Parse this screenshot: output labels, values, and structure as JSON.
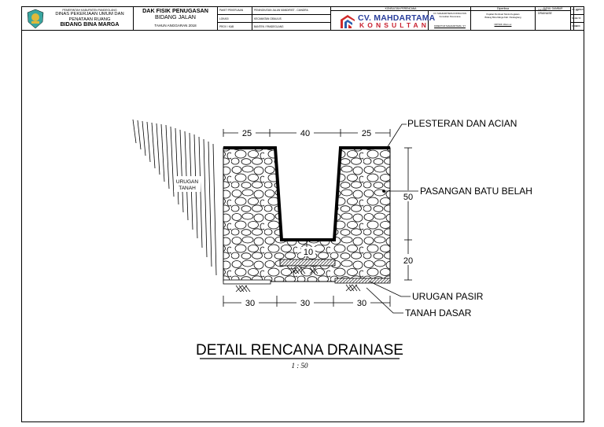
{
  "title_block": {
    "gov_line1": "PEMERINTAH KABUPATEN PANDEGLANG",
    "gov_line2": "DINAS PEKERJAAN UMUM DAN",
    "gov_line3": "PENATAAN RUANG",
    "gov_line4": "BIDANG BINA MARGA",
    "project_line1": "DAK FISIK PENUGASAN",
    "project_line2": "BIDANG JALAN",
    "project_year": "TAHUN ANGGARAN 2018",
    "paket_label": "PAKET PEKERJAAN",
    "paket_value": "PENINGKATAN JALAN MANDIRIST - CIANDRA",
    "lokasi_label": "LOKASI",
    "lokasi_value": "KECAMATAN CIBALIUS",
    "prov_label": "PROV / KAB",
    "prov_value": "BANTEN / PANDEGLANG",
    "consultant_header": "KONSULTAN PERENCANA",
    "consultant_name1": "CV. MAHDARTAMA",
    "consultant_name2": "KONSULTAN",
    "consultant_sign_title": "CV. MAHDARTAMA KONSULTAN",
    "consultant_sign_sub": "Konsultan Perencana",
    "consultant_director": "DIREKTUR MAHDARTAMA, ST",
    "approved_header": "Diperiksa",
    "approved_line1": "Pejabat Pembuat Teknis Kegiatan",
    "approved_line2": "Bidang Bina Marga Kab. Pandeglang",
    "approved_name": "NIP/NIK 19xxx-xx",
    "drawing_header": "JUDUL GAMBAR",
    "drawing_title_l1": "DETAIL",
    "drawing_title_l2": "DRAINASE",
    "sheet_no_label": "NO. LEMBAR",
    "sheet_no_value": "12",
    "scale_label": "SKALA",
    "scale_value": "1 : 50",
    "code_label": "KODE",
    "code_value": "DRN"
  },
  "drawing": {
    "title": "DETAIL RENCANA DRAINASE",
    "scale": "1 : 50",
    "fill_label_l1": "URUGAN",
    "fill_label_l2": "TANAH",
    "dim_top_left": "25",
    "dim_top_mid": "40",
    "dim_top_right": "25",
    "dim_bot_left": "30",
    "dim_bot_mid": "30",
    "dim_bot_right": "30",
    "dim_height_wall": "50",
    "dim_height_base": "20",
    "dim_base_center": "10",
    "label_plaster": "PLESTERAN DAN ACIAN",
    "label_stone": "PASANGAN BATU BELAH",
    "label_sand": "URUGAN PASIR",
    "label_ground": "TANAH DASAR"
  },
  "colors": {
    "line": "#000000",
    "logo_red": "#d12a2a",
    "logo_blue": "#2b5fae",
    "logo_text_blue": "#2a3f9c",
    "logo_text_red": "#c8202f",
    "emblem_teal": "#3aa6a0",
    "emblem_gold": "#e0b93a"
  }
}
